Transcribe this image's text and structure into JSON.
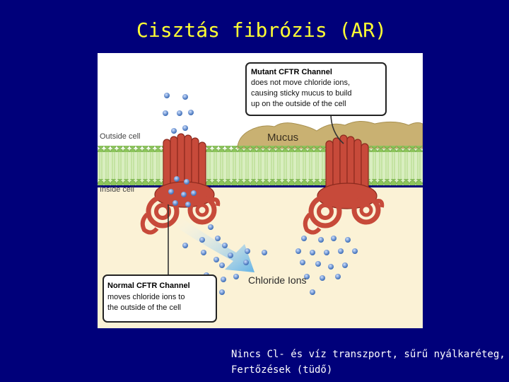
{
  "slide": {
    "title": "Cisztás fibrózis (AR)",
    "caption_line1": "Nincs Cl- és víz transzport, sűrű nyálkaréteg,",
    "caption_line2": "Fertőzések (tüdő)"
  },
  "diagram": {
    "outside_label": "Outside cell",
    "inside_label": "Inside cell",
    "mucus_label": "Mucus",
    "chloride_label": "Chloride Ions",
    "mutant_box": {
      "title": "Mutant CFTR Channel",
      "line1": "does not move chloride ions,",
      "line2": "causing sticky mucus to build",
      "line3": "up on the outside of the cell"
    },
    "normal_box": {
      "title": "Normal CFTR Channel",
      "line1": "moves chloride ions to",
      "line2": "the outside of the cell"
    }
  },
  "colors": {
    "background": "#00007a",
    "title": "#ffff33",
    "membrane": "#9dcf6a",
    "mucus": "#c9b172",
    "channel": "#c74a3a",
    "ion": "#5585c9"
  }
}
